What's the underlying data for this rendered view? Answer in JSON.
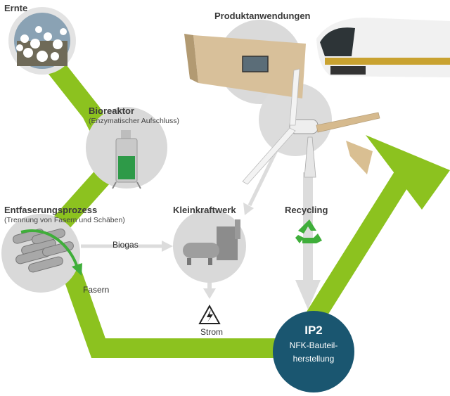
{
  "stages": {
    "harvest": {
      "title": "Ernte"
    },
    "bioreactor": {
      "title": "Bioreaktor",
      "subtitle": "(Enzymatischer Aufschluss)"
    },
    "defibering": {
      "title": "Entfaserungsprozess",
      "subtitle": "(Trennung von Fasern und Schäben)"
    },
    "power_plant": {
      "title": "Kleinkraftwerk"
    },
    "products": {
      "title": "Produktanwendungen"
    },
    "recycling": {
      "title": "Recycling"
    },
    "ip2": {
      "title": "IP2",
      "line1": "NFK-Bauteil-",
      "line2": "herstellung"
    }
  },
  "flows": {
    "biogas": "Biogas",
    "fibers": "Fasern",
    "power": "Strom"
  },
  "icons": [
    "cotton-field-icon",
    "bioreactor-icon",
    "fiber-rollers-icon",
    "power-plant-icon",
    "high-voltage-icon",
    "recycling-icon",
    "wind-turbine-icon",
    "train-icon",
    "panel-icon"
  ],
  "colors": {
    "main_flow": "#8cc21f",
    "recycling": "#3fae3a",
    "ip2_circle": "#1a5670",
    "stage_circle": "#d9d9d9",
    "gray_arrow": "#dcdcdc"
  }
}
